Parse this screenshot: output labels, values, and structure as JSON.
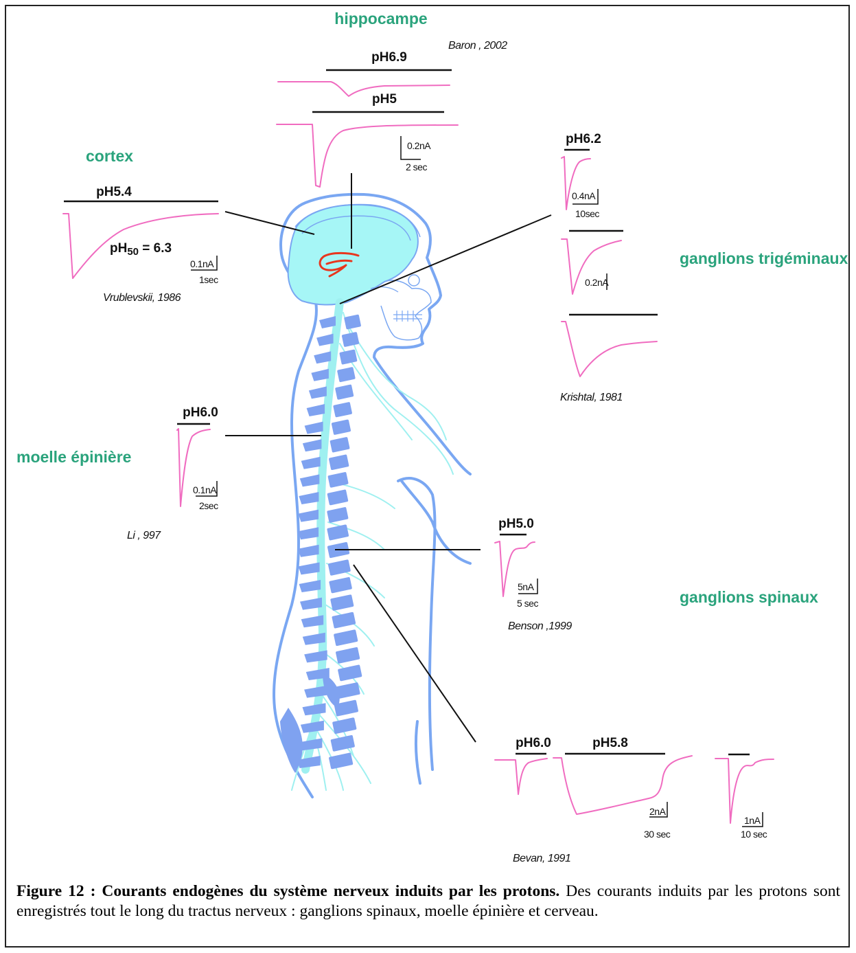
{
  "regions": {
    "hippocampe": "hippocampe",
    "cortex": "cortex",
    "ganglions_trigeminaux": "ganglions trigéminaux",
    "moelle": "moelle épinière",
    "ganglions_spinaux": "ganglions spinaux"
  },
  "ph_labels": {
    "hip_69": "pH6.9",
    "hip_5": "pH5",
    "cortex_54": "pH5.4",
    "trig_62": "pH6.2",
    "moelle_60": "pH6.0",
    "spinal_50": "pH5.0",
    "bevan_60": "pH6.0",
    "bevan_58": "pH5.8"
  },
  "ph50": {
    "prefix": "pH",
    "sub": "50",
    "suffix": " = 6.3"
  },
  "scales": {
    "hip_amp": "0.2nA",
    "hip_time": "2 sec",
    "cortex_amp": "0.1nA",
    "cortex_time": "1sec",
    "trig1_amp": "0.4nA",
    "trig1_time": "10sec",
    "trig2_amp": "0.2nA",
    "moelle_amp": "0.1nA",
    "moelle_time": "2sec",
    "spinal_amp": "5nA",
    "spinal_time": "5 sec",
    "bevan1_amp": "2nA",
    "bevan1_time": "30 sec",
    "bevan2_amp": "1nA",
    "bevan2_time": "10 sec"
  },
  "references": {
    "baron": "Baron , 2002",
    "vrublevskii": "Vrublevskii, 1986",
    "krishtal": "Krishtal, 1981",
    "li": "Li , 997",
    "benson": "Benson ,1999",
    "bevan": "Bevan, 1991"
  },
  "caption": {
    "bold": "Figure 12 : Courants endogènes du système nerveux induits par les protons.",
    "text": " Des courants induits par les protons sont enregistrés tout le long du tractus nerveux : ganglions spinaux, moelle épinière et cerveau."
  },
  "colors": {
    "region_label": "#2aa37c",
    "trace": "#f06cc0",
    "body_outline": "#7aa7f2",
    "brain_fill": "#a6f6f6",
    "vertebrae": "#7fa2f0",
    "nerves": "#9ff0f0",
    "hippocampus": "#e8361e"
  },
  "icons": {
    "body": "human-body-nervous-system-illustration"
  }
}
